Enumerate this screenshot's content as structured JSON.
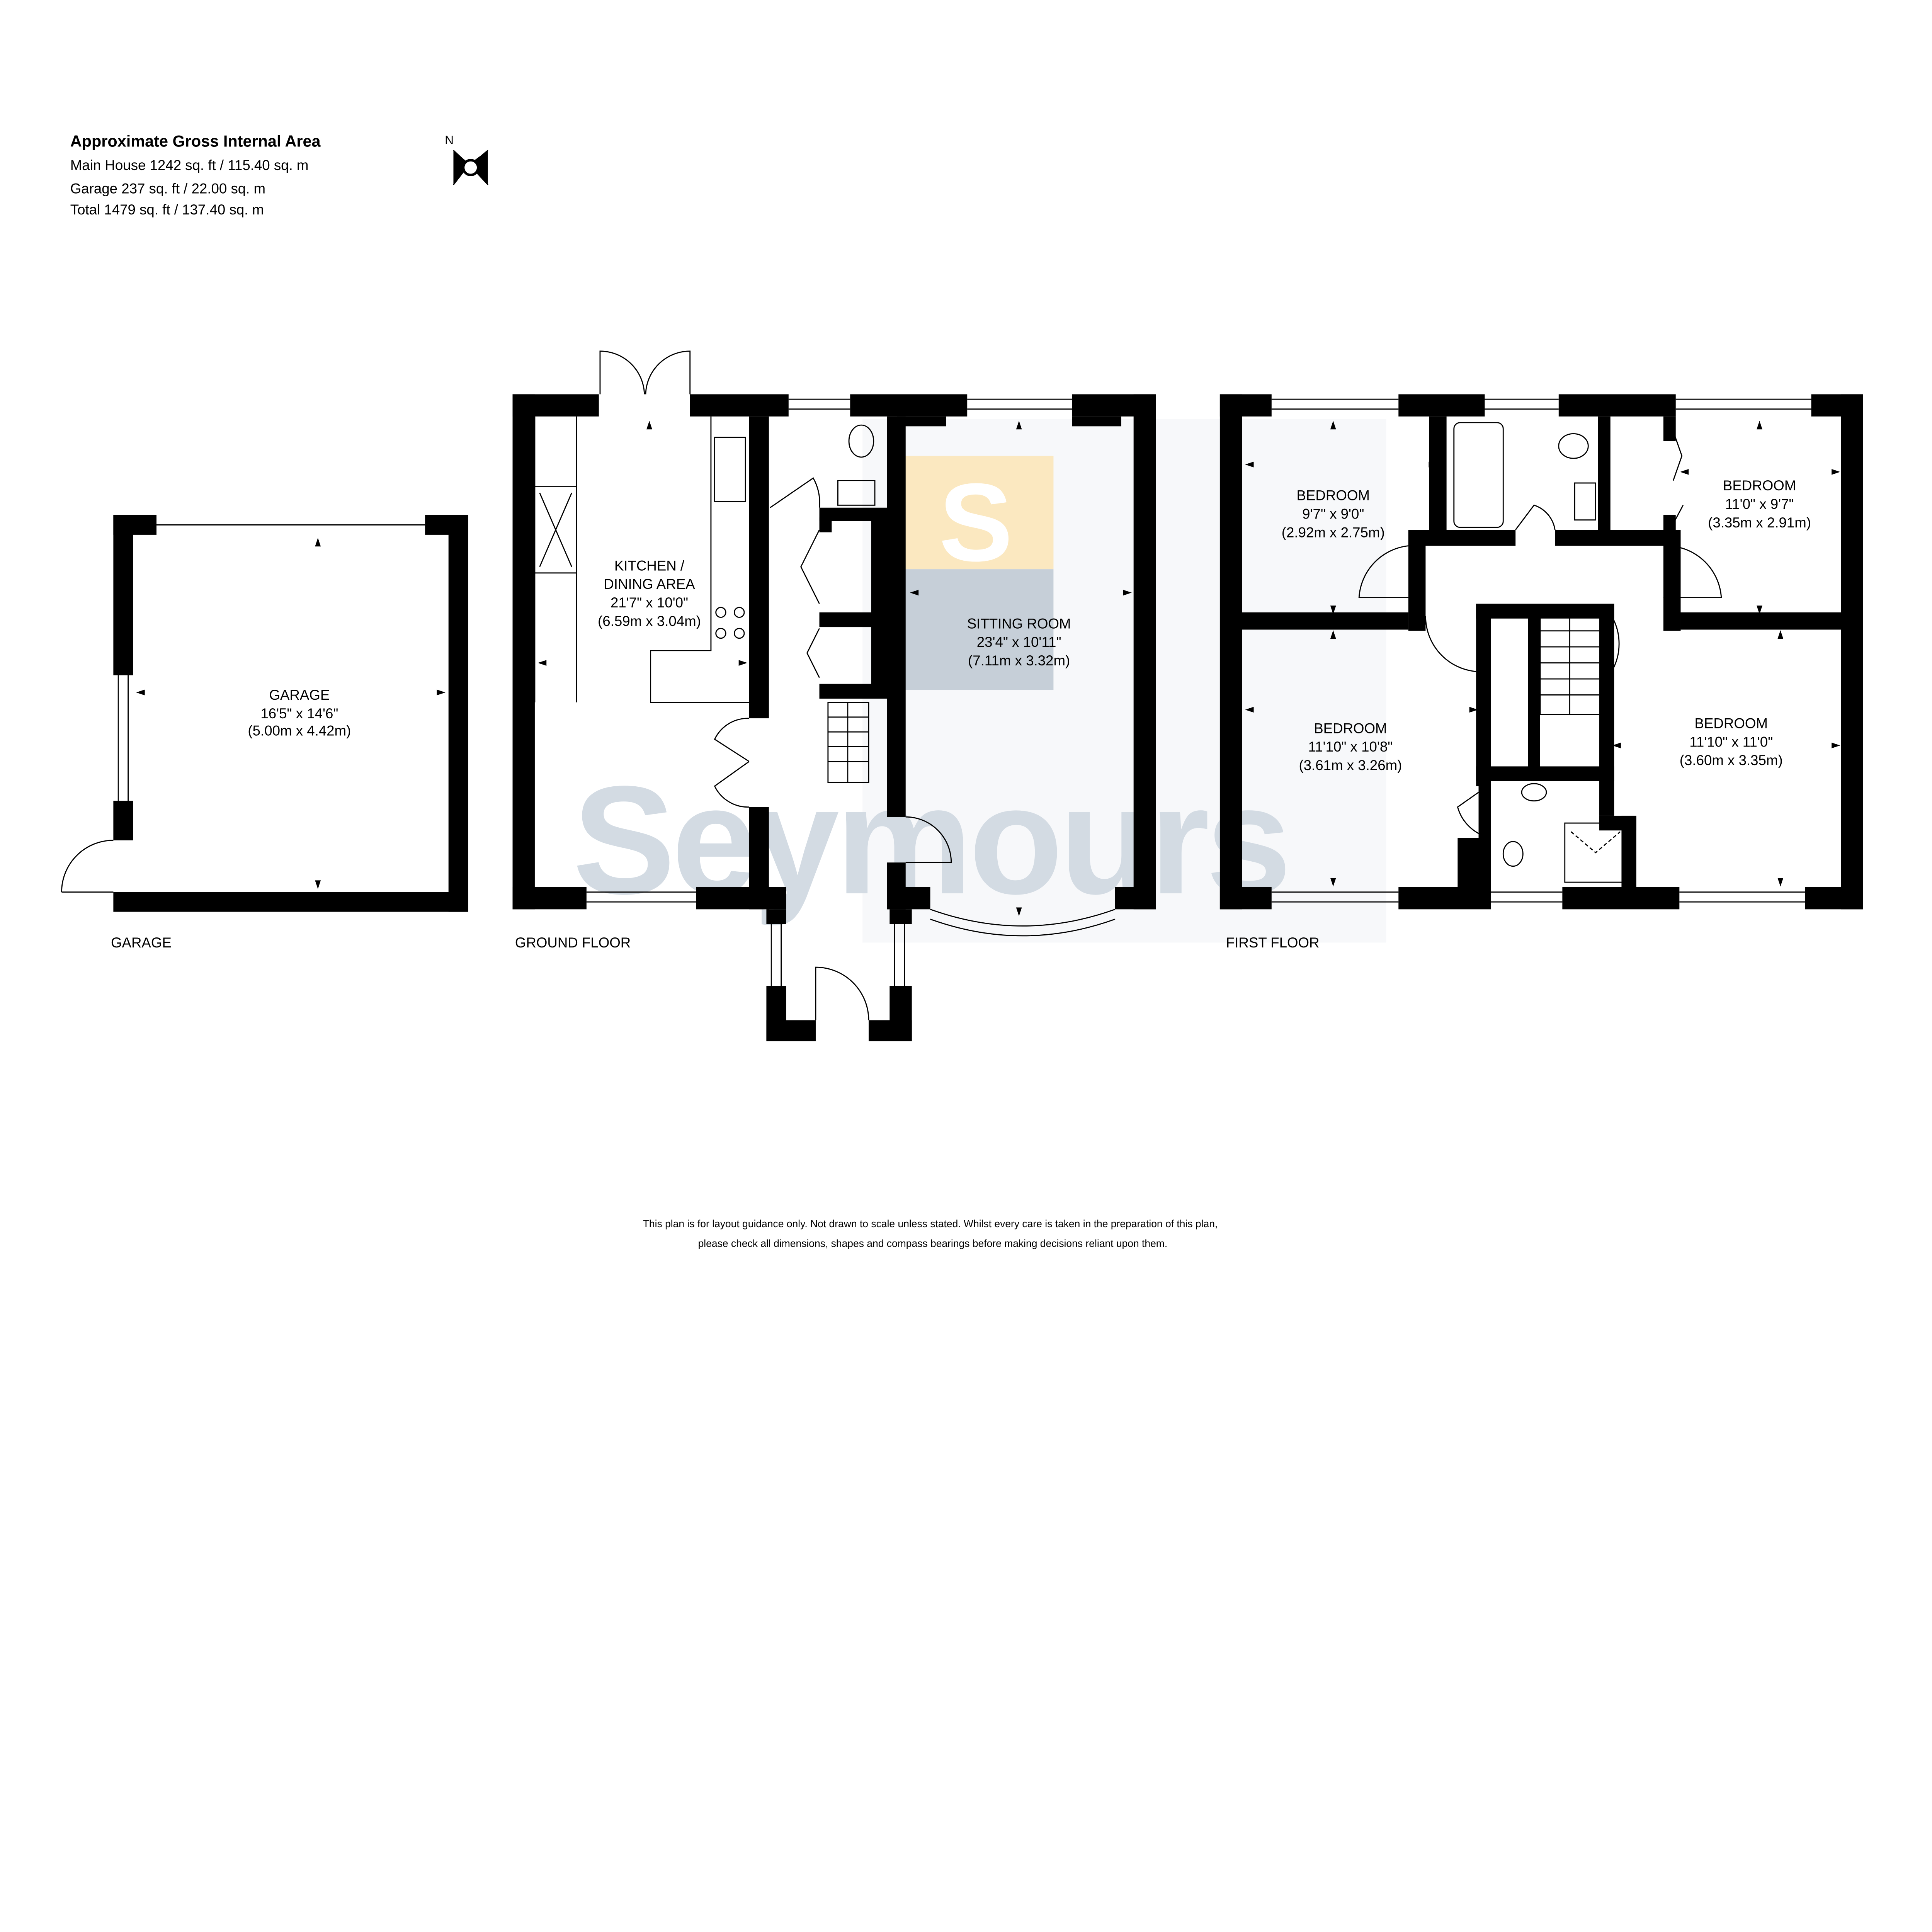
{
  "header": {
    "title": "Approximate Gross Internal Area",
    "main_house": "Main House 1242 sq. ft / 115.40 sq. m",
    "garage": "Garage 237 sq. ft / 22.00 sq. m",
    "total": "Total 1479 sq. ft / 137.40 sq. m"
  },
  "compass": {
    "label": "N",
    "icon": "compass-icon"
  },
  "watermark": {
    "brand": "Seymours",
    "logo_letter": "S",
    "colors": {
      "logo_top": "#fbe8c0",
      "logo_bottom": "#c6cfd8",
      "text": "#d3dbe3"
    }
  },
  "floors": {
    "garage": {
      "caption": "GARAGE",
      "rooms": [
        {
          "name": "GARAGE",
          "imperial": "16'5\" x 14'6\"",
          "metric": "(5.00m x 4.42m)"
        }
      ]
    },
    "ground": {
      "caption": "GROUND FLOOR",
      "rooms": [
        {
          "name_line1": "KITCHEN /",
          "name_line2": "DINING AREA",
          "imperial": "21'7\" x 10'0\"",
          "metric": "(6.59m x 3.04m)"
        },
        {
          "name": "SITTING ROOM",
          "imperial": "23'4\" x 10'11\"",
          "metric": "(7.11m x 3.32m)"
        }
      ]
    },
    "first": {
      "caption": "FIRST FLOOR",
      "rooms": [
        {
          "name": "BEDROOM",
          "imperial": "9'7\" x 9'0\"",
          "metric": "(2.92m x 2.75m)"
        },
        {
          "name": "BEDROOM",
          "imperial": "11'0\" x 9'7\"",
          "metric": "(3.35m x 2.91m)"
        },
        {
          "name": "BEDROOM",
          "imperial": "11'10\" x 10'8\"",
          "metric": "(3.61m x 3.26m)"
        },
        {
          "name": "BEDROOM",
          "imperial": "11'10\" x 11'0\"",
          "metric": "(3.60m x 3.35m)"
        }
      ]
    }
  },
  "disclaimer": {
    "line1": "This plan is for layout guidance only.  Not drawn to scale unless stated. Whilst every care is taken in the preparation of this plan,",
    "line2": "please check all dimensions, shapes and compass bearings before making decisions reliant upon them."
  }
}
